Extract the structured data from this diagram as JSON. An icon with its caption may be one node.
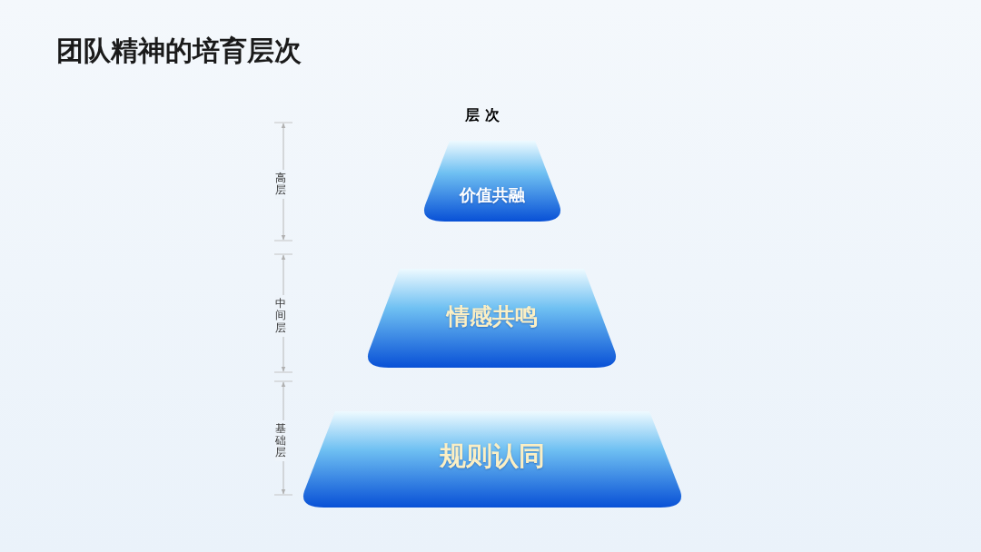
{
  "diagram": {
    "title": "团队精神的培育层次",
    "nodes": [
      {
        "text": [
          "价值共融"
        ]
      },
      {
        "text": [
          "情感共鸣"
        ]
      },
      {
        "text": [
          "规则认同"
        ]
      }
    ],
    "labels": [
      "层 次",
      "高层",
      "中间层",
      "基础层"
    ]
  }
}
